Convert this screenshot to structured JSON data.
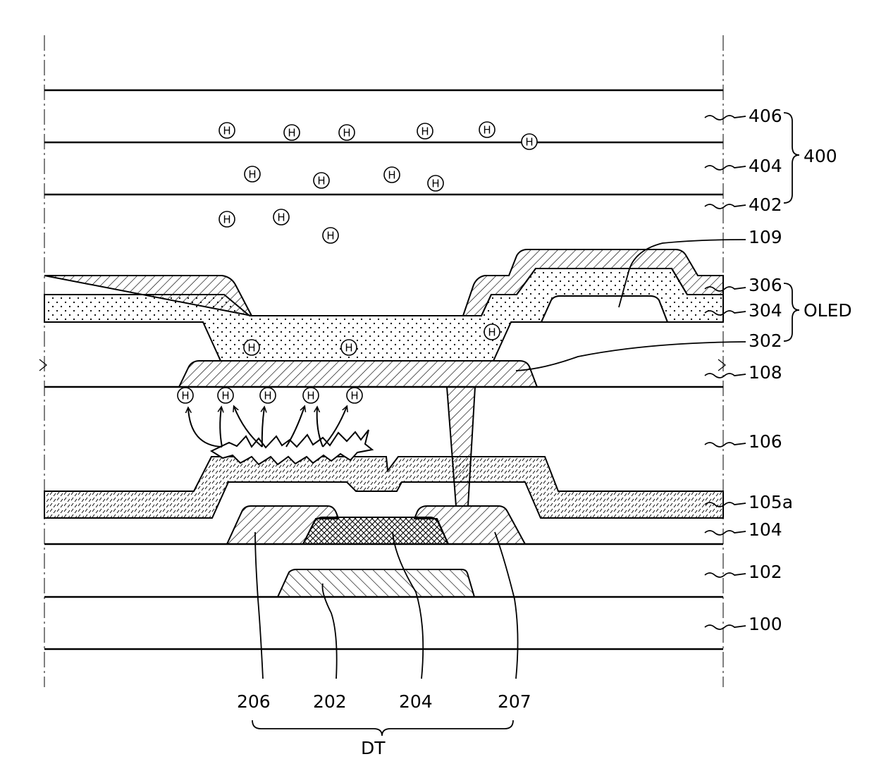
{
  "labels": {
    "l406": "406",
    "l404": "404",
    "l402": "402",
    "l400": "400",
    "l109": "109",
    "l306": "306",
    "l304": "304",
    "l302": "302",
    "loled": "OLED",
    "l108": "108",
    "l106": "106",
    "l105a": "105a",
    "l104": "104",
    "l102": "102",
    "l100": "100",
    "l206": "206",
    "l202": "202",
    "l204": "204",
    "l207": "207",
    "ldt": "DT"
  },
  "hydrogen_symbol": "H",
  "colors": {
    "line": "#000000",
    "background": "#ffffff"
  }
}
